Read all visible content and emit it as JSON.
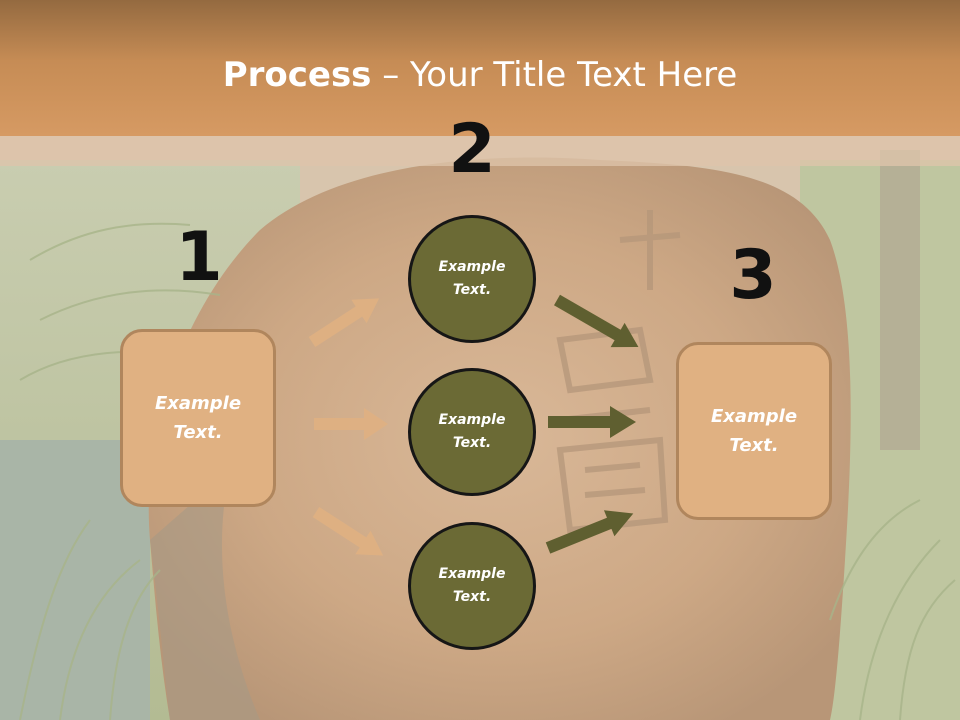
{
  "slide": {
    "title_bold": "Process",
    "title_rest": " – Your Title Text Here"
  },
  "steps": {
    "one": "1",
    "two": "2",
    "three": "3"
  },
  "nodes": {
    "left_box": "Example Text.",
    "circle_top": "Example Text.",
    "circle_middle": "Example Text.",
    "circle_bottom": "Example Text.",
    "right_box": "Example Text."
  },
  "colors": {
    "header": "#c68c55",
    "box_fill": "#e0b182",
    "circle_fill": "#6b6a35",
    "left_arrows": "#e0b182",
    "right_arrows": "#5f5f30"
  }
}
